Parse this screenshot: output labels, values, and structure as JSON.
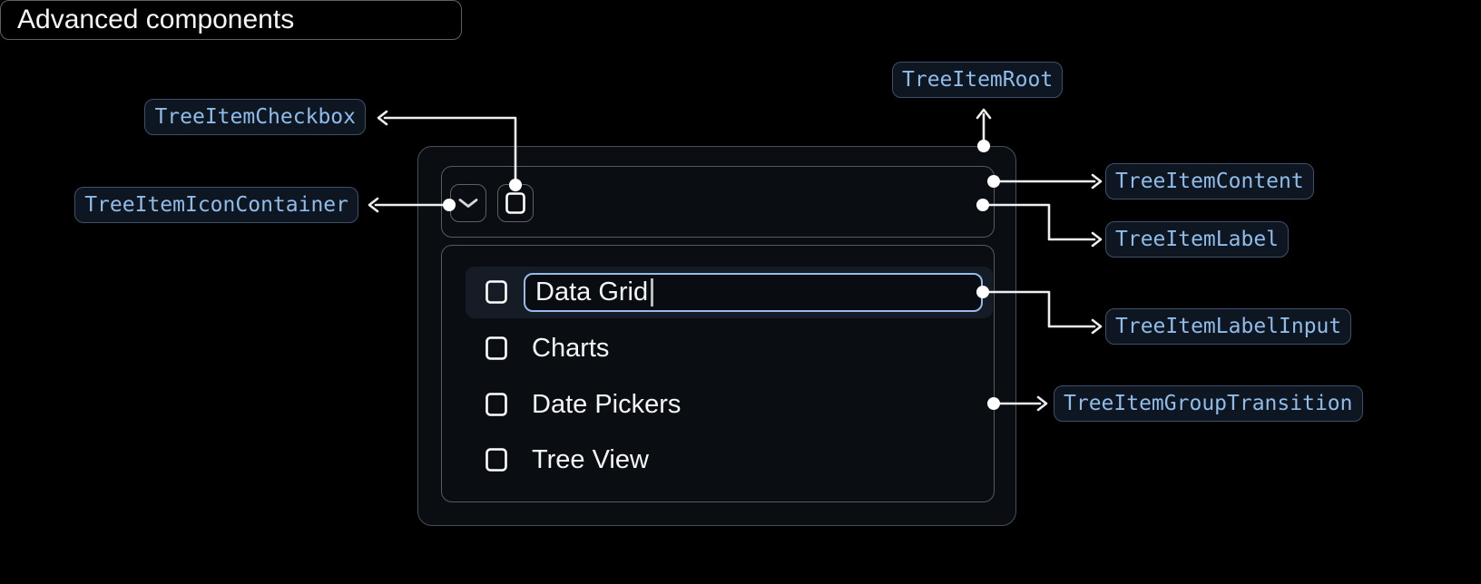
{
  "callouts": {
    "root": "TreeItemRoot",
    "checkbox": "TreeItemCheckbox",
    "icon_container": "TreeItemIconContainer",
    "content": "TreeItemContent",
    "label": "TreeItemLabel",
    "label_input": "TreeItemLabelInput",
    "group_transition": "TreeItemGroupTransition"
  },
  "tree": {
    "parent_label": "Advanced components",
    "editing_item_value": "Data Grid",
    "children": [
      "Charts",
      "Date Pickers",
      "Tree View"
    ]
  },
  "icons": {
    "expand_icon": "chevron-down-icon",
    "checkbox_icon": "checkbox-unchecked-icon"
  },
  "colors": {
    "page_background": "#000000",
    "surface": "#0a0d12",
    "box_border": "#545b63",
    "row_highlight": "#161c25",
    "input_border": "#94bbe9",
    "callout_bg": "#0e1622",
    "callout_border": "#3f5068",
    "callout_text": "#8fbce9",
    "connector": "#edf0f3",
    "text": "#f4f5f7"
  }
}
